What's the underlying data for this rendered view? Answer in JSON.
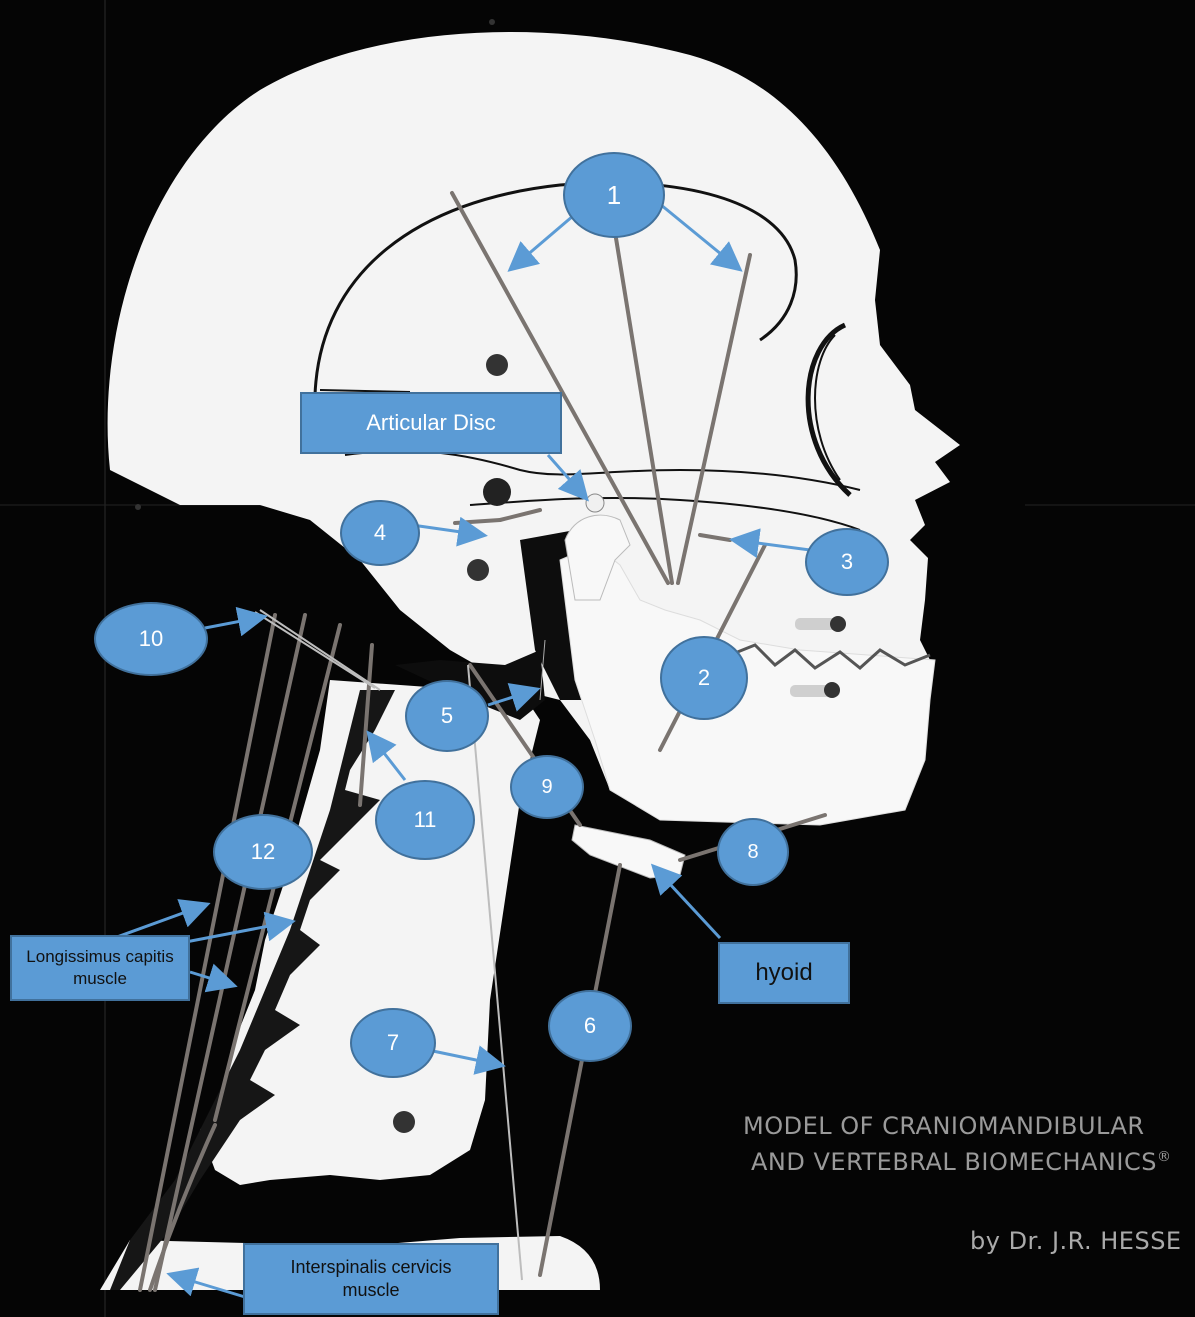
{
  "labels": {
    "n1": "1",
    "n2": "2",
    "n3": "3",
    "n4": "4",
    "n5": "5",
    "n6": "6",
    "n7": "7",
    "n8": "8",
    "n9": "9",
    "n10": "10",
    "n11": "11",
    "n12": "12",
    "articular_disc": "Articular Disc",
    "hyoid": "hyoid",
    "longissimus": "Longissimus capitis muscle",
    "interspinalis": "Interspinalis cervicis muscle"
  },
  "credit": {
    "line1": "MODEL OF CRANIOMANDIBULAR",
    "line2": "AND VERTEBRAL BIOMECHANICS",
    "registered": "®",
    "author": "by Dr. J.R. HESSE"
  },
  "colors": {
    "background": "#050505",
    "model": "#f4f4f4",
    "label_fill": "#5b9bd5",
    "label_border": "#41719c",
    "arrow": "#5b9bd5",
    "spring": "#7a7470"
  }
}
